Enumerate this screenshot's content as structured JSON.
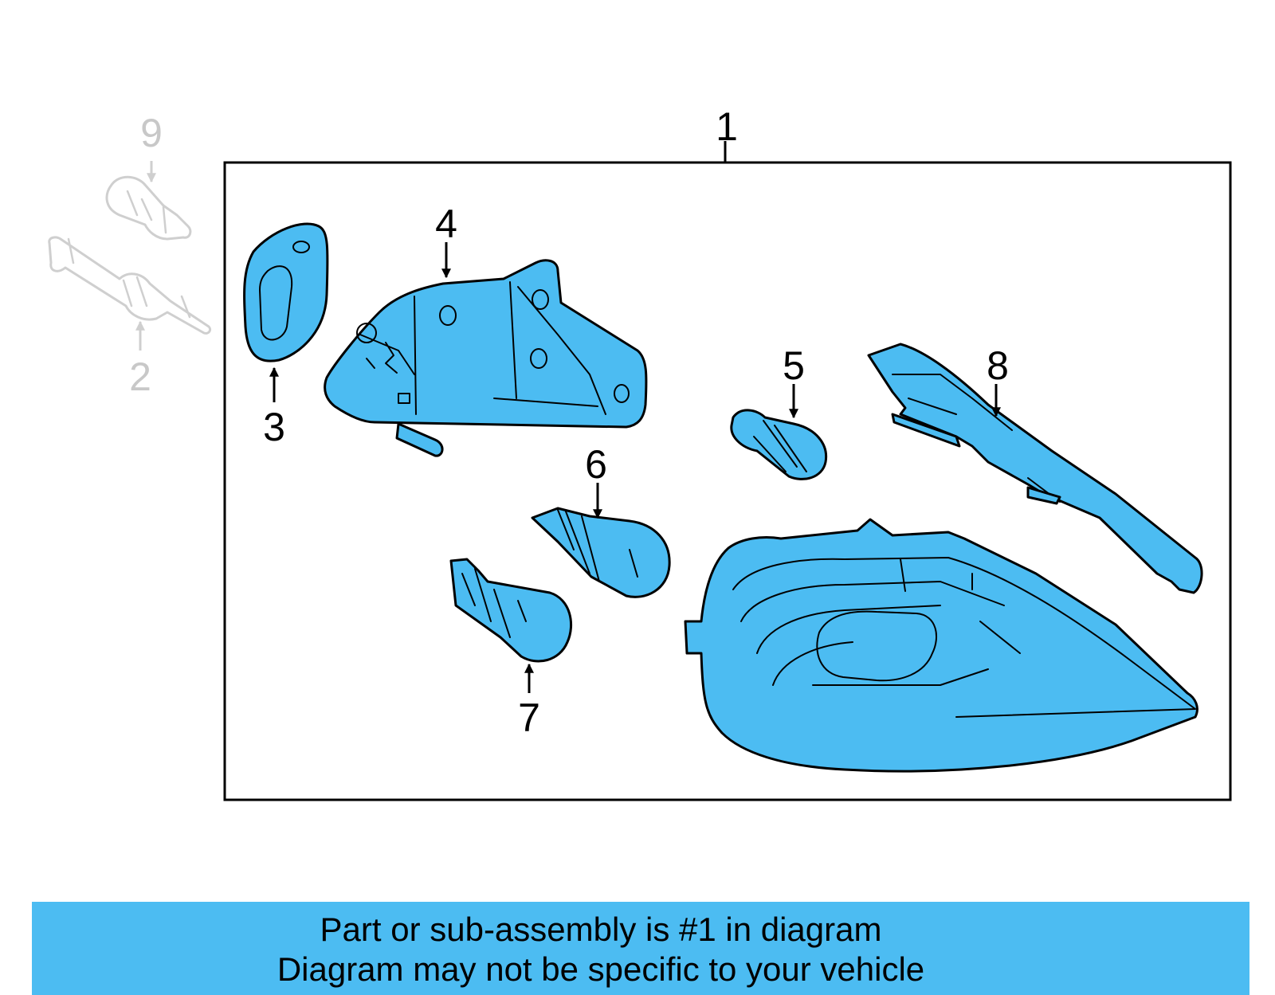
{
  "callouts": {
    "c1": "1",
    "c2": "2",
    "c3": "3",
    "c4": "4",
    "c5": "5",
    "c6": "6",
    "c7": "7",
    "c8": "8",
    "c9": "9"
  },
  "banner": {
    "line1": "Part or sub-assembly is #1 in diagram",
    "line2": "Diagram may not be specific to your vehicle"
  },
  "colors": {
    "part_fill": "#4cbcf2",
    "banner_bg": "#4cbcf2",
    "ghost_stroke": "#cfcfcf"
  }
}
